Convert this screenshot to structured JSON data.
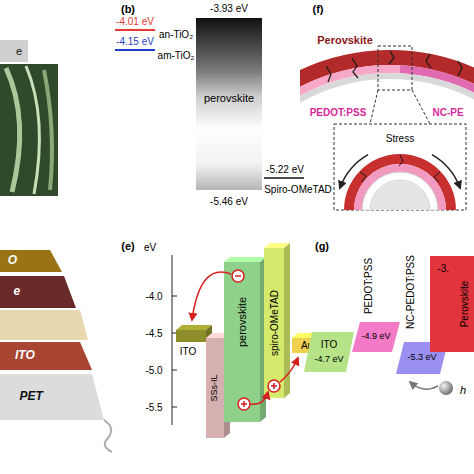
{
  "diagram": {
    "nodes": [
      {
        "text": [
          "e"
        ]
      },
      {
        "text": [
          "perovskite"
        ]
      },
      {
        "text": [
          "O"
        ]
      },
      {
        "text": [
          "e"
        ]
      },
      {
        "text": [
          "ITO"
        ]
      },
      {
        "text": [
          "PET"
        ]
      },
      {
        "text": [
          "ITO"
        ]
      },
      {
        "text": [
          "SSs-IL"
        ]
      },
      {
        "text": [
          "perovskite"
        ]
      },
      {
        "text": [
          "spiro-OMeTAD"
        ]
      },
      {
        "text": [
          "Au"
        ]
      },
      {
        "text": [
          "ITO",
          "-4.7 eV"
        ]
      },
      {
        "text": [
          "PEDOT:PSS",
          "-4.9 eV"
        ]
      },
      {
        "text": [
          "NC-PEDOT:PSS",
          "-5.3 eV"
        ]
      },
      {
        "text": [
          "Perovskite",
          "-3."
        ]
      }
    ],
    "labels": [
      "(b)",
      "-4.01 eV",
      "an-TiO₂",
      "-4.15 eV",
      "am-TiO₂",
      "-3.93 eV",
      "-5.46 eV",
      "-5.22 eV",
      "Spiro-OMeTAD",
      "(f)",
      "Perovskite",
      "PEDOT:PSS",
      "NC-PE",
      "Stress",
      "(e)",
      "eV",
      "-4.0",
      "-4.5",
      "-5.0",
      "-5.5",
      "(g)",
      "h"
    ]
  }
}
